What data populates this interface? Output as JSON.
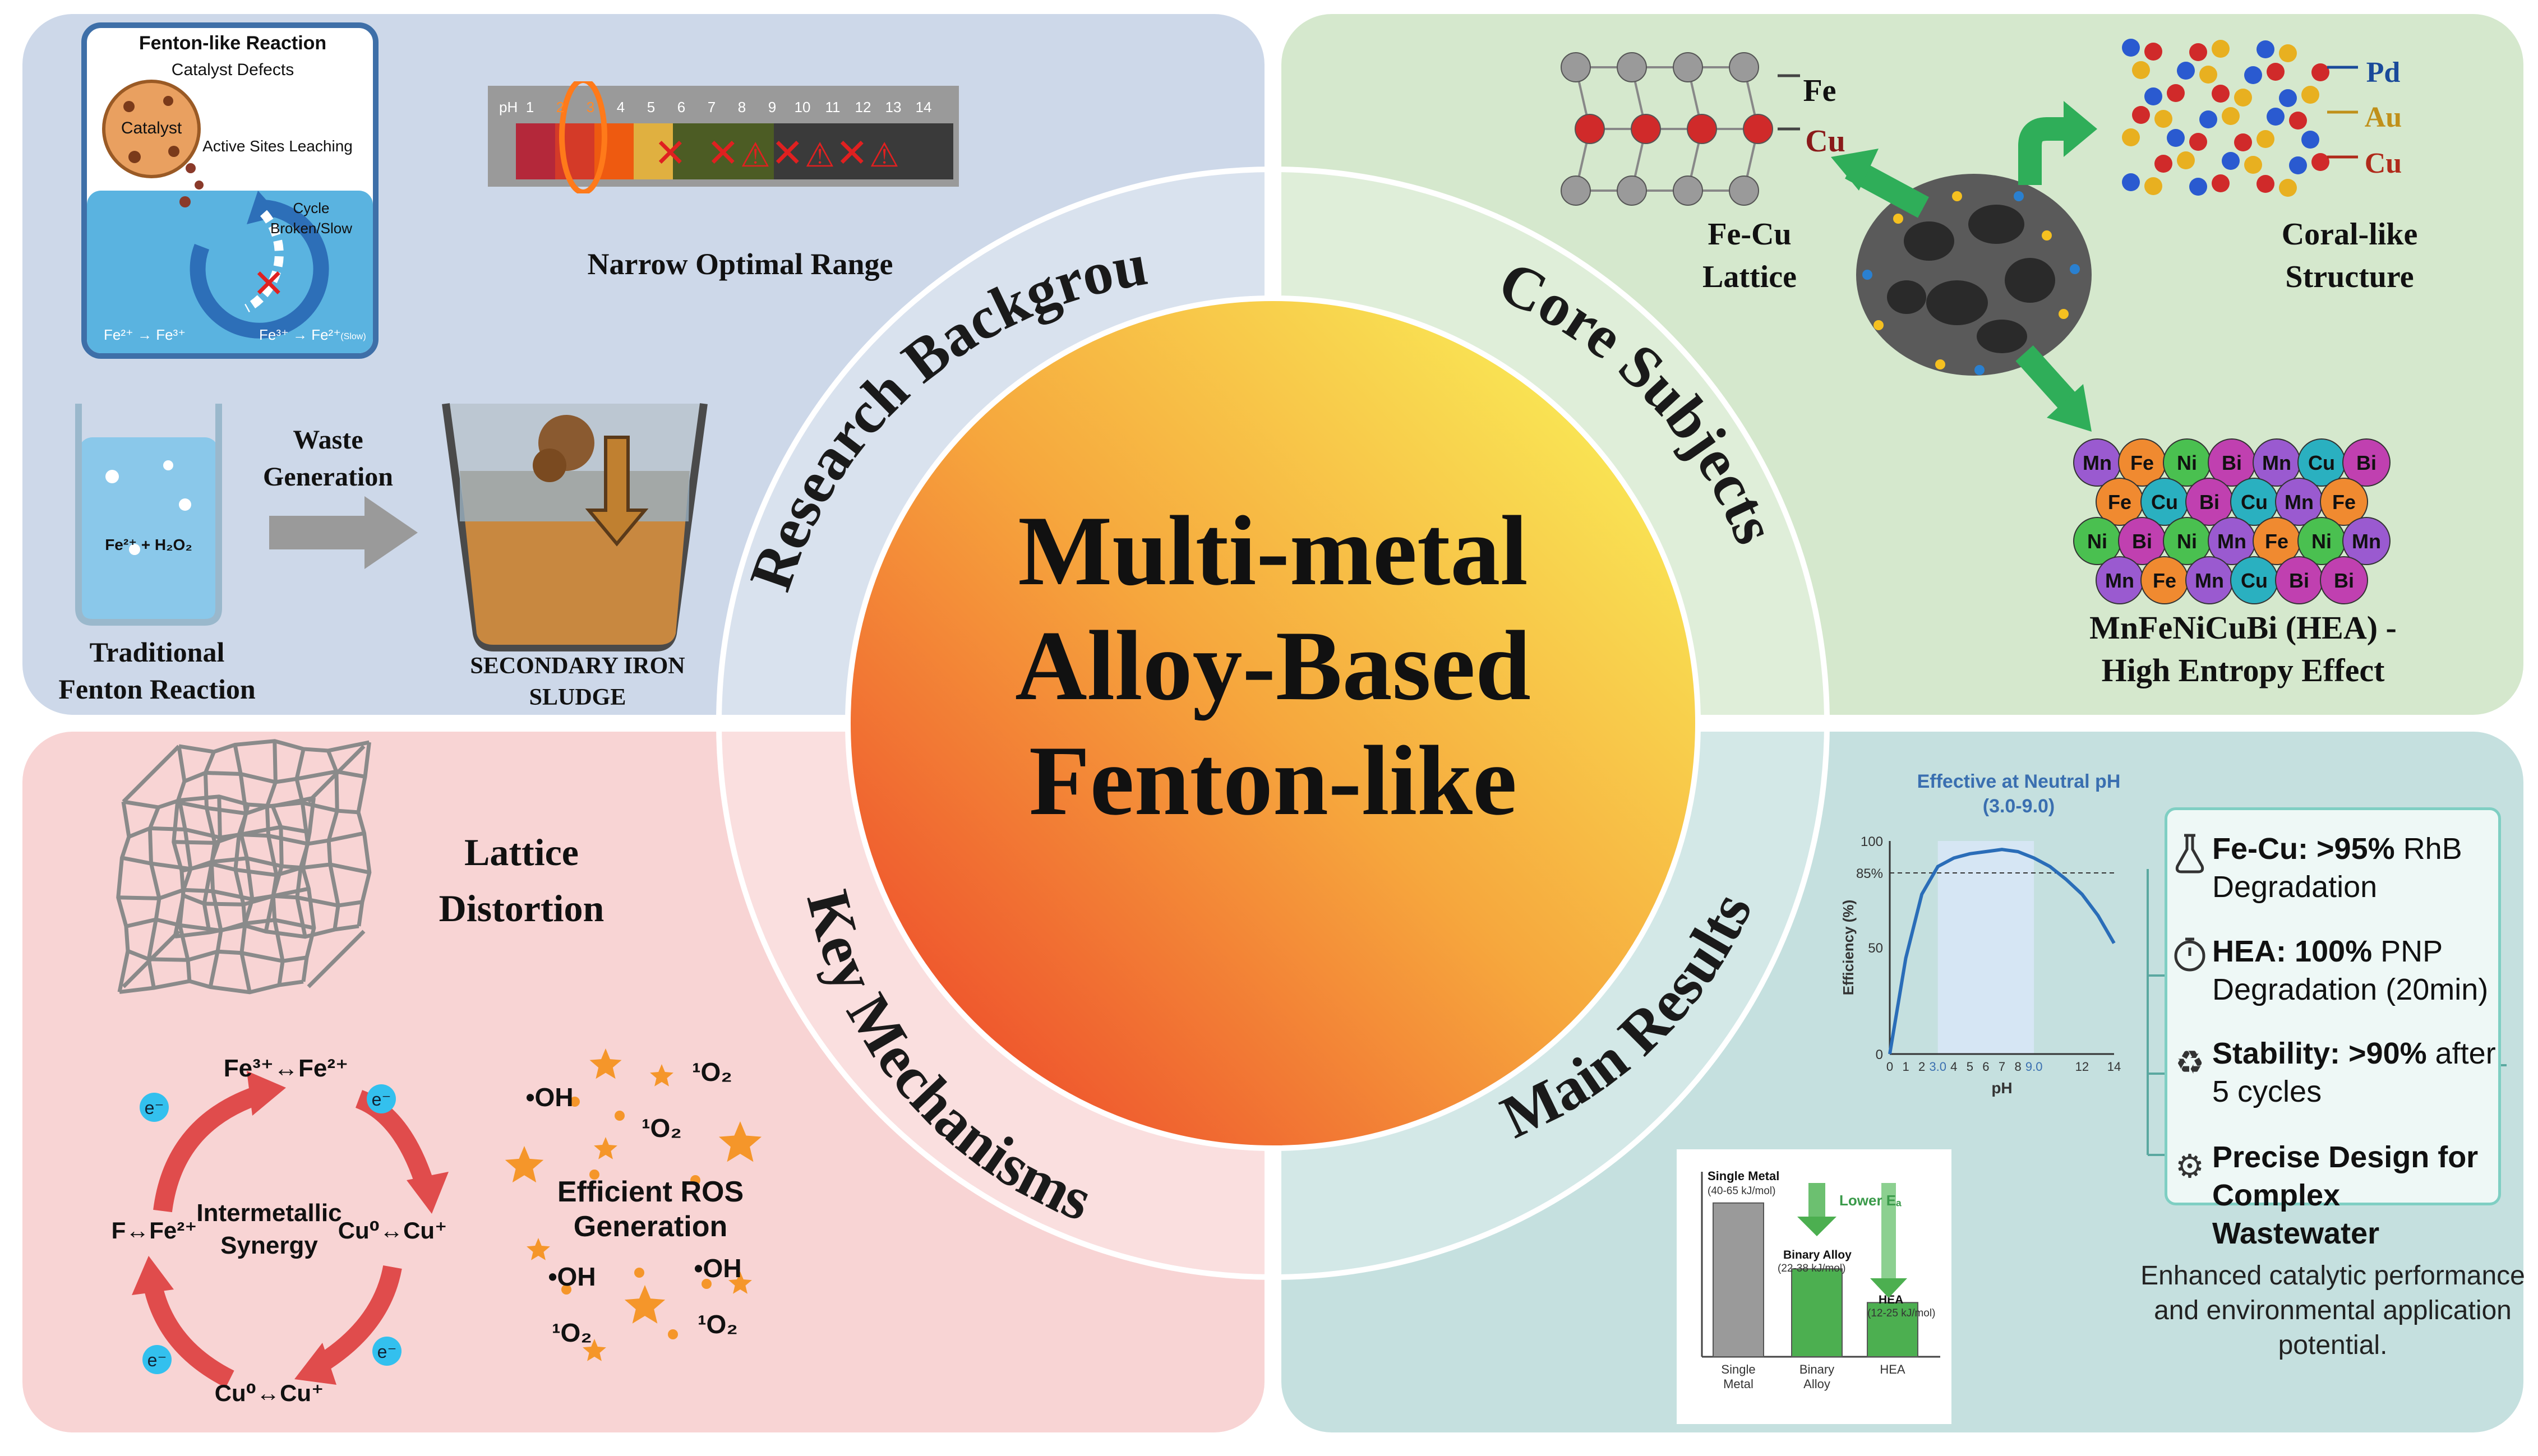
{
  "center": {
    "line1": "Multi-metal",
    "line2": "Alloy-Based",
    "line3": "Fenton-like"
  },
  "ring": {
    "research_background": "Research Background",
    "core_subjects": "Core Subjects",
    "key_mechanisms": "Key Mechanisms",
    "main_results": "Main Results"
  },
  "colors": {
    "blue_panel": "#cdd8e9",
    "green_panel": "#d5e8cd",
    "pink_panel": "#f8d4d4",
    "teal_panel": "#c5e0df",
    "arrow_red": "#e04c4c",
    "arrow_green": "#2fae59"
  },
  "background": {
    "fenton_like": {
      "title": "Fenton-like Reaction",
      "defects": "Catalyst Defects",
      "catalyst": "Catalyst",
      "leaching": "Active Sites Leaching",
      "cycle": "Cycle",
      "broken": "Broken/Slow",
      "fe_left": "Fe²⁺ → Fe³⁺",
      "fe_right": "Fe³⁺ → Fe²⁺",
      "slow": "(Slow)"
    },
    "ph_strip": {
      "ph": "pH",
      "nums": [
        "1",
        "2",
        "3",
        "4",
        "5",
        "6",
        "7",
        "8",
        "9",
        "10",
        "11",
        "12",
        "13",
        "14"
      ],
      "caption": "Narrow Optimal Range"
    },
    "beaker": {
      "formula": "Fe²⁺ + H₂O₂",
      "caption1": "Traditional",
      "caption2": "Fenton Reaction"
    },
    "waste": {
      "line1": "Waste",
      "line2": "Generation"
    },
    "sludge": {
      "line1": "SECONDARY IRON",
      "line2": "SLUDGE"
    }
  },
  "core": {
    "fe_label": "Fe",
    "cu_label": "Cu",
    "lattice1": "Fe-Cu",
    "lattice2": "Lattice",
    "pd": "Pd",
    "au": "Au",
    "cu2": "Cu",
    "coral1": "Coral-like",
    "coral2": "Structure",
    "hea_atoms": [
      "Mn",
      "Fe",
      "Ni",
      "Bi",
      "Mn",
      "Cu",
      "Bi",
      "Fe",
      "Cu",
      "Bi",
      "Cu",
      "Mn",
      "Fe",
      "Ni",
      "Bi",
      "Ni",
      "Mn",
      "Fe",
      "Ni",
      "Mn",
      "Mn",
      "Fe",
      "Mn",
      "Cu",
      "Bi",
      "Bi"
    ],
    "hea1": "MnFeNiCuBi (HEA) -",
    "hea2": "High Entropy Effect"
  },
  "mechanisms": {
    "lattice1": "Lattice",
    "lattice2": "Distortion",
    "cycle_top": "Fe³⁺↔Fe²⁺",
    "cycle_left": "F↔Fe²⁺",
    "cycle_right": "Cu⁰↔Cu⁺",
    "cycle_bottom": "Cu⁰↔Cu⁺",
    "center1": "Intermetallic",
    "center2": "Synergy",
    "electron": "e⁻",
    "ros": [
      "•OH",
      "¹O₂",
      "¹O₂",
      "•OH",
      "•OH",
      "¹O₂",
      "¹O₂"
    ],
    "ros_title1": "Efficient ROS",
    "ros_title2": "Generation"
  },
  "results": {
    "ph_chart": {
      "title1": "Effective at Neutral pH",
      "title2": "(3.0-9.0)",
      "ylabel": "Efficiency (%)",
      "xlabel": "pH",
      "y_ticks": [
        "0",
        "50",
        "85%",
        "100"
      ],
      "x_ticks": [
        "0",
        "1",
        "2",
        "3.0",
        "4",
        "5",
        "6",
        "7",
        "8",
        "9.0",
        "12",
        "14"
      ]
    },
    "bars": {
      "single": "Single Metal",
      "single_range": "(40-65 kJ/mol)",
      "lower": "Lower Eₐ",
      "binary": "Binary Alloy",
      "binary_range": "(22-38 kJ/mol)",
      "hea": "HEA",
      "hea_range": "(12-25 kJ/mol)",
      "x1a": "Single",
      "x1b": "Metal",
      "x2a": "Binary",
      "x2b": "Alloy",
      "x3": "HEA"
    },
    "items": [
      {
        "bold": "Fe-Cu: >95%",
        "rest": " RhB",
        "line2": "Degradation"
      },
      {
        "bold": "HEA: 100%",
        "rest": " PNP",
        "line2": "Degradation (20min)"
      },
      {
        "bold": "Stability: >90%",
        "rest": " after",
        "line2": "5 cycles"
      },
      {
        "bold": "Precise Design for",
        "rest": "",
        "line2": "Complex Wastewater"
      }
    ],
    "summary1": "Enhanced catalytic performance",
    "summary2": "and environmental application",
    "summary3": "potential."
  },
  "chart_data": [
    {
      "type": "line",
      "title": "Effective at Neutral pH (3.0-9.0)",
      "xlabel": "pH",
      "ylabel": "Efficiency (%)",
      "x": [
        0,
        1,
        2,
        3,
        4,
        5,
        6,
        7,
        8,
        9,
        10,
        11,
        12,
        13,
        14
      ],
      "series": [
        {
          "values": [
            0,
            45,
            75,
            88,
            92,
            94,
            95,
            96,
            95,
            92,
            88,
            82,
            75,
            65,
            52
          ]
        }
      ],
      "xlim": [
        0,
        14
      ],
      "ylim": [
        0,
        100
      ],
      "reference_line": 85,
      "highlight_range": [
        3.0,
        9.0
      ]
    },
    {
      "type": "bar",
      "title": "",
      "categories": [
        "Single Metal",
        "Binary Alloy",
        "HEA"
      ],
      "series": [
        {
          "values": [
            52.5,
            30,
            18.5
          ]
        }
      ],
      "ylabel": "",
      "annotations": [
        "(40-65 kJ/mol)",
        "(22-38 kJ/mol)",
        "(12-25 kJ/mol)"
      ]
    }
  ]
}
